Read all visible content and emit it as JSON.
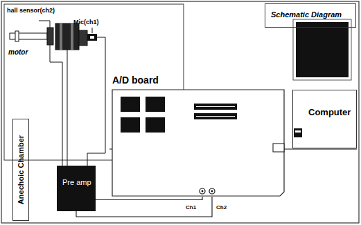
{
  "diagram": {
    "nodes": [
      {
        "text": [
          "Schematic Diagram"
        ]
      },
      {
        "text": [
          "Anechoic Chamber"
        ]
      },
      {
        "text": [
          "Pre amp"
        ]
      },
      {
        "text": [
          "A/D board"
        ]
      },
      {
        "text": [
          "Computer"
        ]
      }
    ],
    "edges": [
      {
        "from": 2,
        "to": 3,
        "arrow": "none"
      },
      {
        "from": 2,
        "to": 3,
        "arrow": "none"
      },
      {
        "from": 3,
        "to": 4,
        "arrow": "none"
      }
    ],
    "labels": [
      "hall sensor(ch2)",
      "Mic(ch1)",
      "motor",
      "Ch1",
      "Ch2"
    ]
  }
}
